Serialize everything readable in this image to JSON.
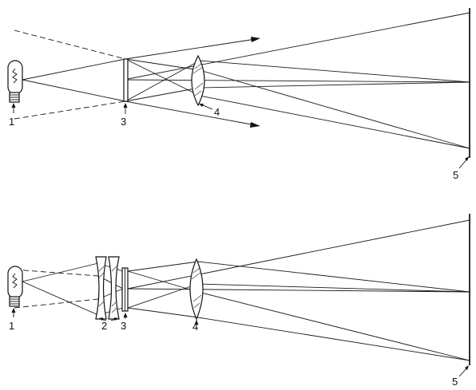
{
  "diagram_top": {
    "labels": {
      "lamp": "1",
      "slide": "3",
      "lens": "4",
      "screen": "5"
    }
  },
  "diagram_bottom": {
    "labels": {
      "lamp": "1",
      "condenser": "2",
      "slide": "3",
      "lens": "4",
      "screen": "5"
    }
  }
}
